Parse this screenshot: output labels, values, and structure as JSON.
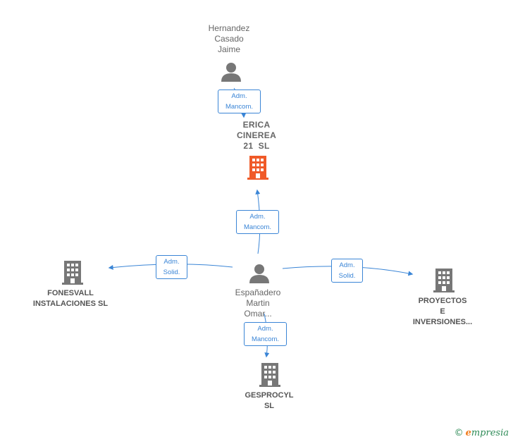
{
  "nodes": {
    "hernandez": {
      "lines": [
        "Hernandez",
        "Casado",
        "Jaime"
      ],
      "type": "person"
    },
    "erica": {
      "lines": [
        "ERICA",
        "CINEREA",
        "21  SL"
      ],
      "type": "company-main",
      "color": "#f05a28"
    },
    "espanadero": {
      "lines": [
        "Españadero",
        "Martin",
        "Omar..."
      ],
      "type": "person"
    },
    "fonesvall": {
      "lines": [
        "FONESVALL",
        "INSTALACIONES SL"
      ],
      "type": "company"
    },
    "proyectos": {
      "lines": [
        "PROYECTOS",
        "E",
        "INVERSIONES..."
      ],
      "type": "company"
    },
    "gesprocyl": {
      "lines": [
        "GESPROCYL",
        "SL"
      ],
      "type": "company"
    }
  },
  "edges": {
    "hernandez_erica": {
      "line1": "Adm.",
      "line2": "Mancom."
    },
    "espanadero_erica": {
      "line1": "Adm.",
      "line2": "Mancom."
    },
    "espanadero_fonesvall": {
      "line1": "Adm.",
      "line2": "Solid."
    },
    "espanadero_proyectos": {
      "line1": "Adm.",
      "line2": "Solid."
    },
    "espanadero_gesprocyl": {
      "line1": "Adm.",
      "line2": "Mancom."
    }
  },
  "colors": {
    "edge": "#3a85d6",
    "person_icon": "#777777",
    "company_icon": "#777777",
    "main_company": "#f05a28"
  },
  "brand": {
    "copyright": "©",
    "name_initial": "e",
    "name_rest": "mpresia"
  }
}
